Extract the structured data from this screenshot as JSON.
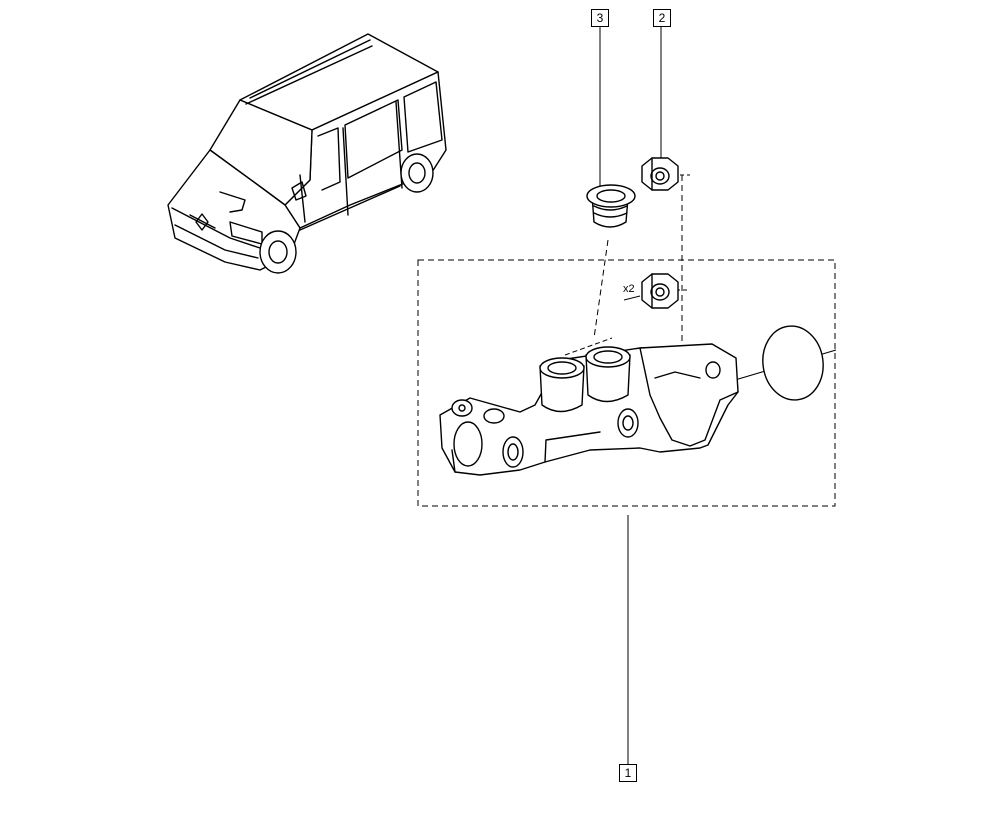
{
  "callouts": {
    "part_1": "1",
    "part_2": "2",
    "part_3": "3"
  },
  "quantity_note": "x2"
}
